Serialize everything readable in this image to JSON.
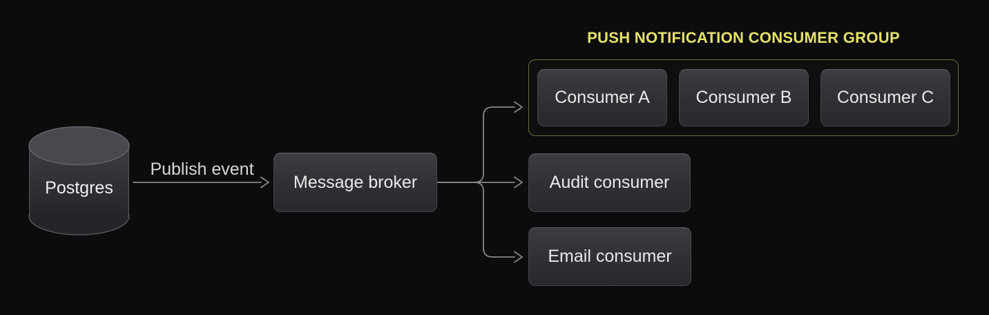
{
  "diagram": {
    "nodes": {
      "postgres": {
        "label": "Postgres",
        "shape": "database-cylinder"
      },
      "message_broker": {
        "label": "Message broker",
        "shape": "rounded-rect"
      },
      "consumer_a": {
        "label": "Consumer A",
        "shape": "rounded-rect"
      },
      "consumer_b": {
        "label": "Consumer B",
        "shape": "rounded-rect"
      },
      "consumer_c": {
        "label": "Consumer C",
        "shape": "rounded-rect"
      },
      "audit_consumer": {
        "label": "Audit consumer",
        "shape": "rounded-rect"
      },
      "email_consumer": {
        "label": "Email consumer",
        "shape": "rounded-rect"
      }
    },
    "group": {
      "title": "PUSH NOTIFICATION CONSUMER GROUP",
      "members": [
        "consumer_a",
        "consumer_b",
        "consumer_c"
      ]
    },
    "edges": [
      {
        "from": "postgres",
        "to": "message_broker",
        "label": "Publish event"
      },
      {
        "from": "message_broker",
        "to": "push_notification_consumer_group",
        "label": ""
      },
      {
        "from": "message_broker",
        "to": "audit_consumer",
        "label": ""
      },
      {
        "from": "message_broker",
        "to": "email_consumer",
        "label": ""
      }
    ],
    "colors": {
      "background": "#0c0c0c",
      "node_fill_top": "#3b3d41",
      "node_fill_bottom": "#28292c",
      "node_border": "#45474c",
      "node_text": "#e8e9eb",
      "connector": "#85888c",
      "group_border": "#6e6c3d",
      "group_title": "#e5e16c",
      "edge_label": "#d6d7d9"
    }
  }
}
